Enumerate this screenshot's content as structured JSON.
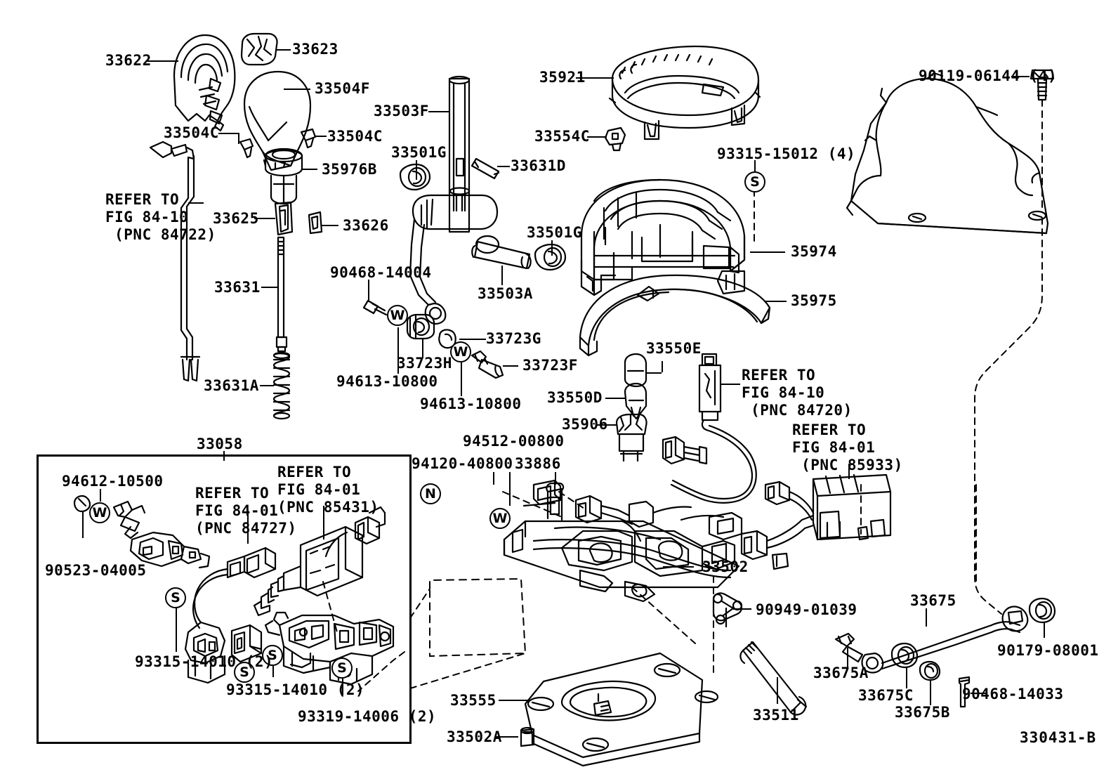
{
  "figure": {
    "id": "330431-B",
    "title_group": "33058"
  },
  "labels": {
    "p33622": "33622",
    "p33623": "33623",
    "p33504F": "33504F",
    "p33504C_left": "33504C",
    "p33504C_right": "33504C",
    "p35976B": "35976B",
    "p33625": "33625",
    "p33626": "33626",
    "p33631": "33631",
    "p33631A": "33631A",
    "refer_84_10_84722": "REFER TO\nFIG 84-10\n (PNC 84722)",
    "p33503F": "33503F",
    "p33501G_top": "33501G",
    "p33631D": "33631D",
    "p33501G_mid": "33501G",
    "p33503A": "33503A",
    "p90468_14004": "90468-14004",
    "p33723G": "33723G",
    "p33723H": "33723H",
    "p33723F": "33723F",
    "p94613_10800_a": "94613-10800",
    "p94613_10800_b": "94613-10800",
    "p35921": "35921",
    "p33554C": "33554C",
    "p93315_15012": "93315-15012 (4)",
    "p35974": "35974",
    "p35975": "35975",
    "p90119_06144": "90119-06144 (4)",
    "p33550E": "33550E",
    "p33550D": "33550D",
    "p35906": "35906",
    "refer_84_10_84720": "REFER TO\nFIG 84-10\n (PNC 84720)",
    "refer_84_01_85933": "REFER TO\nFIG 84-01\n (PNC 85933)",
    "p94512_00800": "94512-00800",
    "p94120_40800": "94120-40800",
    "p33886": "33886",
    "p33502": "33502",
    "p33555": "33555",
    "p33502A": "33502A",
    "p33511": "33511",
    "p90949_01039": "90949-01039",
    "p33675": "33675",
    "p33675A": "33675A",
    "p33675B": "33675B",
    "p33675C": "33675C",
    "p90179_08001": "90179-08001",
    "p90468_14033": "90468-14033",
    "p33058": "33058",
    "p94612_10500": "94612-10500",
    "p90523_04005": "90523-04005",
    "refer_84_01_84727": "REFER TO\nFIG 84-01\n(PNC 84727)",
    "refer_84_01_85431": "REFER TO\nFIG 84-01\n(PNC 85431)",
    "p93315_14010_a": "93315-14010 (2)",
    "p93315_14010_b": "93315-14010 (2)",
    "p93319_14006": "93319-14006 (2)"
  },
  "callouts": {
    "s1": "S",
    "s2": "S",
    "s3": "S",
    "s4": "S",
    "s5": "S",
    "w1": "W",
    "w2": "W",
    "w3": "W",
    "w4": "W",
    "n1": "N"
  },
  "colors": {
    "ink": "#000000",
    "paper": "#ffffff"
  }
}
